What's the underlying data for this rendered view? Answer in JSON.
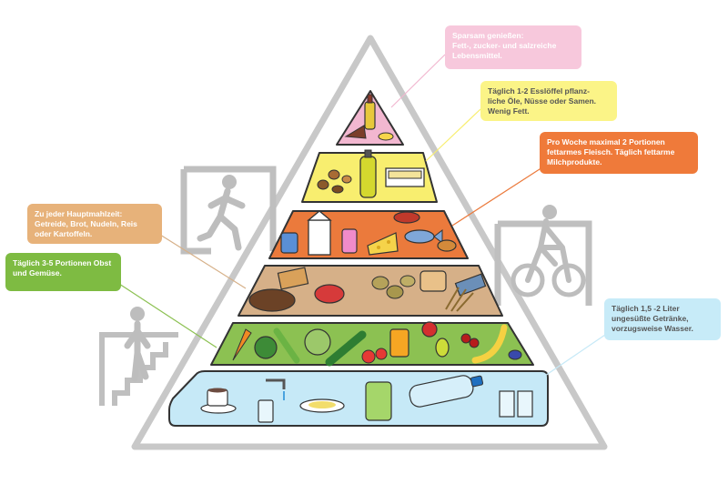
{
  "callouts": {
    "sweets": {
      "lines": [
        "Sparsam genießen:",
        "Fett-, zucker- und salzreiche",
        "Lebensmittel."
      ],
      "color": "#f7c8dc"
    },
    "oils": {
      "lines": [
        "Täglich 1-2 Esslöffel pflanz-",
        "liche Öle, Nüsse oder Samen.",
        "Wenig Fett."
      ],
      "color": "#fbf487"
    },
    "meat_dairy": {
      "lines": [
        "Pro Woche maximal 2 Portionen",
        "fettarmes Fleisch. Täglich fettarme",
        "Milchprodukte."
      ],
      "color": "#ef7a3a"
    },
    "grains": {
      "lines": [
        "Zu jeder Hauptmahlzeit:",
        "Getreide, Brot, Nudeln, Reis",
        "oder Kartoffeln."
      ],
      "color": "#e7b27a"
    },
    "fruit_veg": {
      "lines": [
        "Täglich 3-5 Portionen Obst",
        "und Gemüse."
      ],
      "color": "#7ebb42"
    },
    "drinks": {
      "lines": [
        "Täglich 1,5 -2 Liter",
        "ungesüßte Getränke,",
        "vorzugsweise Wasser."
      ],
      "color": "#c7ebf8"
    }
  },
  "tiers": {
    "sweets": {
      "color": "#f2b7d0"
    },
    "oils": {
      "color": "#f8ee6f"
    },
    "meat_dairy": {
      "color": "#eb7a3c"
    },
    "grains": {
      "color": "#d6b088"
    },
    "fruit_veg": {
      "color": "#8cc152"
    },
    "drinks": {
      "color": "#c6e9f7"
    }
  },
  "pictograms": [
    "running-person-icon",
    "cyclist-icon",
    "stair-climber-icon"
  ],
  "frame_color": "#c8c8c8"
}
